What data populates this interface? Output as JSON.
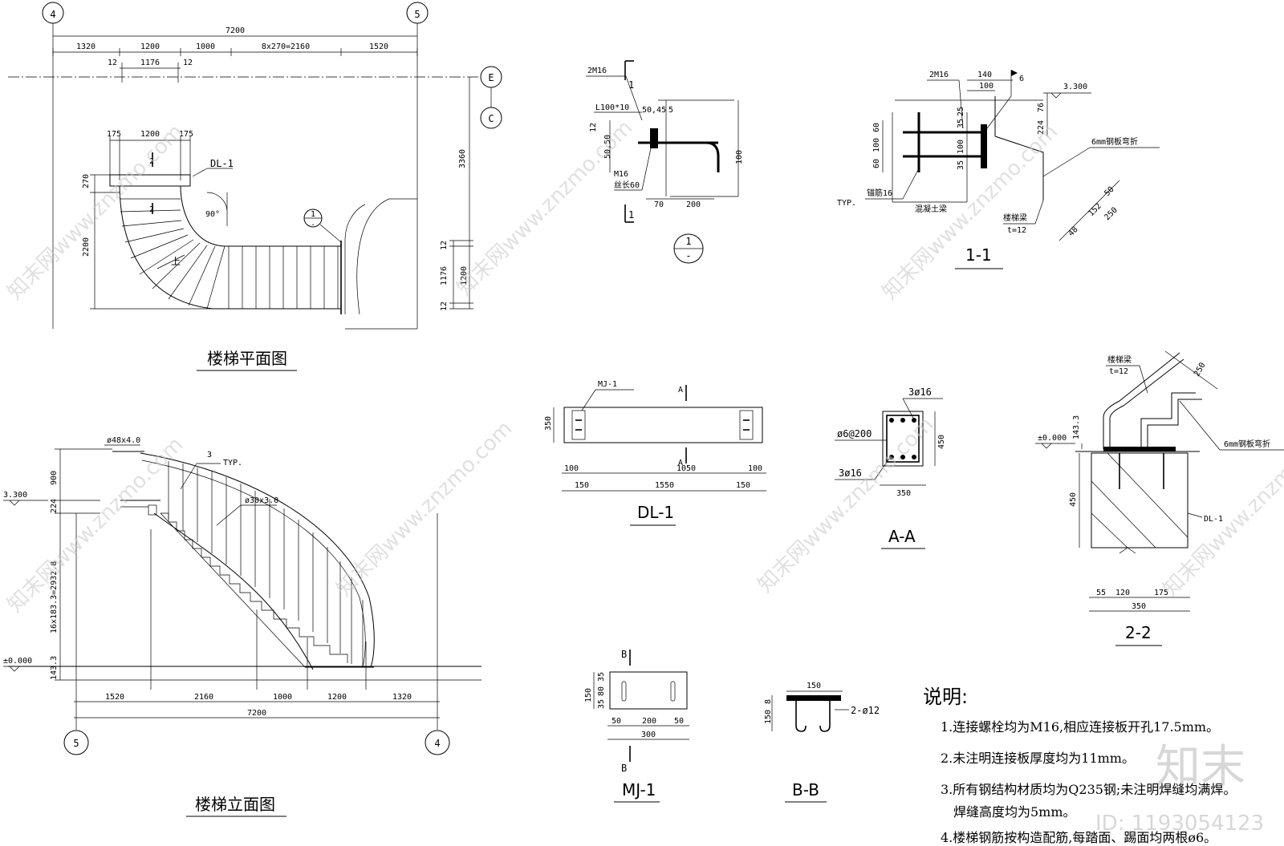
{
  "axes": {
    "a4": "4",
    "a5": "5",
    "aE": "E",
    "aC": "C"
  },
  "plan": {
    "title": "楼梯平面图",
    "dims_top1": "7200",
    "dims_top2": [
      "1320",
      "1200",
      "1000",
      "8x270=2160",
      "1520"
    ],
    "dims_top3": [
      "12",
      "1176",
      "12"
    ],
    "dims_top4": [
      "175",
      "1200",
      "175"
    ],
    "dim_right": "3360",
    "dims_right2": [
      "12",
      "1176",
      "1200",
      "12"
    ],
    "dims_left": [
      "270",
      "2200"
    ],
    "beam_label": "DL-1",
    "angle": "90°",
    "mark_2a": "2",
    "mark_2b": "2",
    "up": "上",
    "callout_top": "1",
    "callout_bot": "-"
  },
  "elev": {
    "title": "楼梯立面图",
    "pipe1": "ø48x4.0",
    "pipe2": "ø30x3.0",
    "typ_num": "3",
    "typ": "TYP.",
    "lvl_top": "3.300",
    "lvl_bot": "±0.000",
    "dims_left": [
      "900",
      "224",
      "16x183.3=2932.8",
      "143.3"
    ],
    "dims_bot": [
      "1520",
      "2160",
      "1000",
      "1200",
      "1320"
    ],
    "dim_total": "7200"
  },
  "d1": {
    "bolt": "2M16",
    "angle": "L100*10",
    "d5045": "50,45",
    "d5": "5",
    "d12": "12",
    "d5050": "50,50",
    "m16": "M16",
    "thread": "丝长60",
    "d100": "100",
    "d70": "70",
    "d200": "200",
    "sec1a": "1",
    "sec1b": "1",
    "c_top": "1",
    "c_bot": "-"
  },
  "s11": {
    "title": "1-1",
    "bolt": "2M16",
    "d140": "140",
    "d100": "100",
    "weld": "6",
    "lvl": "3.300",
    "d76": "76",
    "d224": "224",
    "d60a": "60",
    "d100b": "100",
    "d60b": "60",
    "d35a": "35",
    "d25": "25",
    "d100c": "100",
    "d35b": "35",
    "plate": "6mm钢板弯折",
    "typ": "TYP.",
    "anchor": "锚筋16",
    "concrete": "混凝土梁",
    "beam": "楼梯梁",
    "t12": "t=12",
    "d50": "50",
    "d152": "152",
    "d250": "250",
    "d48": "48"
  },
  "dl1": {
    "title": "DL-1",
    "mj": "MJ-1",
    "a1": "A",
    "a2": "A",
    "d350": "350",
    "d100a": "100",
    "d1050": "1050",
    "d100b": "100",
    "d150a": "150",
    "d1550": "1550",
    "d150b": "150"
  },
  "aa": {
    "title": "A-A",
    "top": "3ø16",
    "stir": "ø6@200",
    "bot": "3ø16",
    "d450": "450",
    "d350": "350"
  },
  "s22": {
    "title": "2-2",
    "beam": "楼梯梁",
    "t12": "t=12",
    "d250": "250",
    "plate": "6mm钢板弯折",
    "lvl": "±0.000",
    "d143": "143.3",
    "d450": "450",
    "dl": "DL-1",
    "d55": "55",
    "d120": "120",
    "d175": "175",
    "d350": "350"
  },
  "mj1": {
    "title": "MJ-1",
    "b1": "B",
    "b2": "B",
    "d150": "150",
    "d35a": "35",
    "d80": "80",
    "d35b": "35",
    "d50a": "50",
    "d200": "200",
    "d50b": "50",
    "d300": "300"
  },
  "bb": {
    "title": "B-B",
    "d150": "150",
    "d8": "8",
    "d150v": "150",
    "bar": "2-ø12"
  },
  "notes": {
    "heading": "说明:",
    "items": [
      "1.连接螺栓均为M16,相应连接板开孔17.5mm。",
      "2.未注明连接板厚度均为11mm。",
      "3.所有钢结构材质均为Q235钢;未注明焊缝均满焊。",
      "焊缝高度均为5mm。",
      "4.楼梯钢筋按构造配筋,每踏面、踢面均两根ø6。"
    ]
  },
  "watermark": {
    "text": "知末网www.znzmo.com",
    "logo": "知末",
    "id": "ID: 1193054123"
  }
}
